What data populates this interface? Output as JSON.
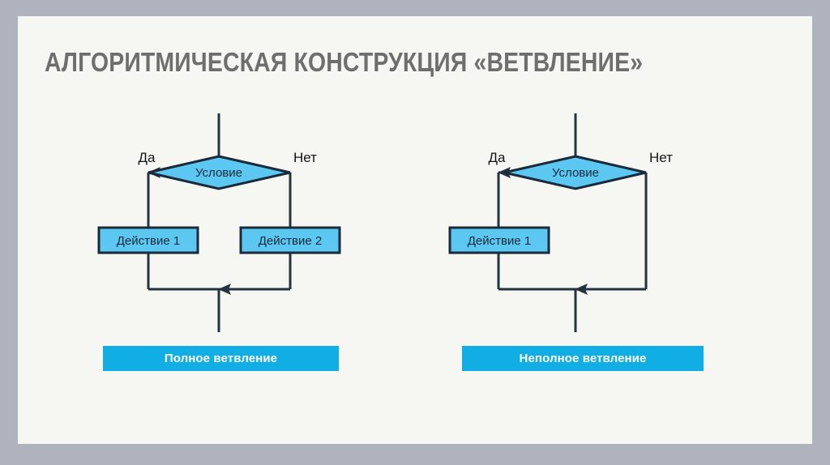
{
  "slide": {
    "title": "АЛГОРИТМИЧЕСКАЯ КОНСТРУКЦИЯ «ВЕТВЛЕНИЕ»",
    "background_color": "#f6f7f2",
    "frame_color": "#aeb3bd",
    "title_color": "#6e6e6e"
  },
  "colors": {
    "shape_fill": "#5cc8f2",
    "shape_stroke": "#1b2a3a",
    "connector": "#253340",
    "caption_bar": "#10aee4",
    "caption_text": "#ffffff",
    "label_text": "#141414"
  },
  "diagrams": [
    {
      "id": "full-branching",
      "condition": "Условие",
      "yes_label": "Да",
      "no_label": "Нет",
      "actions": [
        "Действие 1",
        "Действие 2"
      ],
      "caption": "Полное ветвление"
    },
    {
      "id": "partial-branching",
      "condition": "Условие",
      "yes_label": "Да",
      "no_label": "Нет",
      "actions": [
        "Действие 1"
      ],
      "caption": "Неполное ветвление"
    }
  ]
}
